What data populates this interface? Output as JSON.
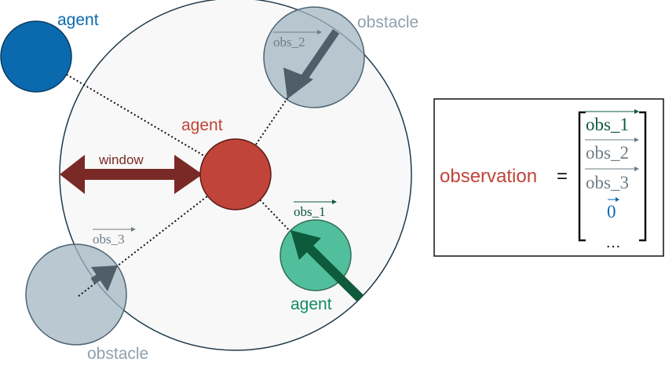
{
  "colors": {
    "window_fill": "#f8f8f8",
    "window_stroke": "#1f3a4a",
    "center_agent": "#c0443a",
    "blue_agent": "#0a6aad",
    "blue_agent_stroke": "#0a3d66",
    "green_agent": "#52bf9c",
    "green_arrow": "#0e5a3c",
    "obstacle_fill": "#a3b6c2",
    "obstacle_stroke": "#4e6473",
    "obs_arrow": "#4f5e68",
    "window_arrow": "#7a2a26",
    "obs_label": "#7b8991",
    "label_red": "#c0443a",
    "label_blue": "#0a6aad",
    "label_green": "#128a5f",
    "label_obstacle": "#8ea2ae",
    "vector_green": "#0e5a3c",
    "vector_grey": "#6f7d86"
  },
  "labels": {
    "agent_blue": "agent",
    "agent_center": "agent",
    "agent_green": "agent",
    "obstacle_top": "obstacle",
    "obstacle_bottom": "obstacle",
    "window": "window",
    "obs_1": "obs_1",
    "obs_2": "obs_2",
    "obs_3": "obs_3"
  },
  "observation": {
    "label": "observation",
    "equals": "=",
    "entries": [
      "obs_1",
      "obs_2",
      "obs_3",
      "0",
      "…"
    ]
  }
}
